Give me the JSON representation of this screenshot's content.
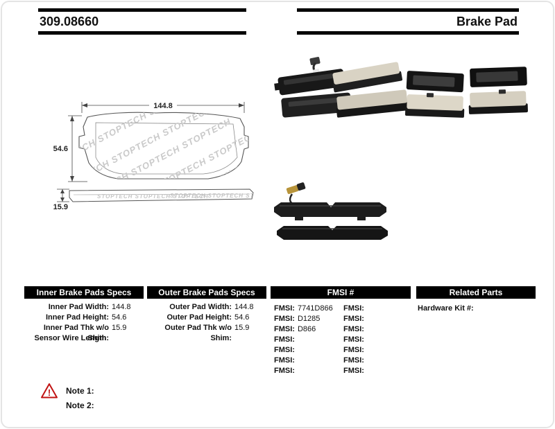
{
  "page": {
    "part_number": "309.08660",
    "product_name": "Brake Pad"
  },
  "drawing": {
    "width_dim": "144.8",
    "height_dim": "54.6",
    "thickness_dim": "15.9",
    "watermark_row": "STOPTECH  STOPTECH  STOPTECH"
  },
  "tables": {
    "inner": {
      "title": "Inner Brake Pads Specs",
      "rows": [
        {
          "label": "Inner Pad Width:",
          "value": "144.8"
        },
        {
          "label": "Inner Pad Height:",
          "value": "54.6"
        },
        {
          "label": "Inner Pad Thk w/o Shim:",
          "value": "15.9"
        },
        {
          "label": "Sensor Wire Length:",
          "value": ""
        }
      ]
    },
    "outer": {
      "title": "Outer Brake Pads Specs",
      "rows": [
        {
          "label": "Outer Pad Width:",
          "value": "144.8"
        },
        {
          "label": "Outer Pad Height:",
          "value": "54.6"
        },
        {
          "label": "Outer Pad Thk w/o Shim:",
          "value": "15.9"
        }
      ]
    },
    "fmsi": {
      "title": "FMSI #",
      "row_label": "FMSI:",
      "left_values": [
        "7741D866",
        "D1285",
        "D866",
        "",
        "",
        "",
        ""
      ],
      "right_values": [
        "",
        "",
        "",
        "",
        "",
        "",
        ""
      ]
    },
    "related": {
      "title": "Related Parts",
      "rows": [
        {
          "label": "Hardware Kit #:",
          "value": ""
        }
      ]
    }
  },
  "notes": [
    {
      "label": "Note 1:",
      "text": ""
    },
    {
      "label": "Note 2:",
      "text": ""
    }
  ],
  "icons": {
    "warning_glyph": "!"
  },
  "colors": {
    "header_bar": "#000000",
    "warning": "#c11212"
  }
}
